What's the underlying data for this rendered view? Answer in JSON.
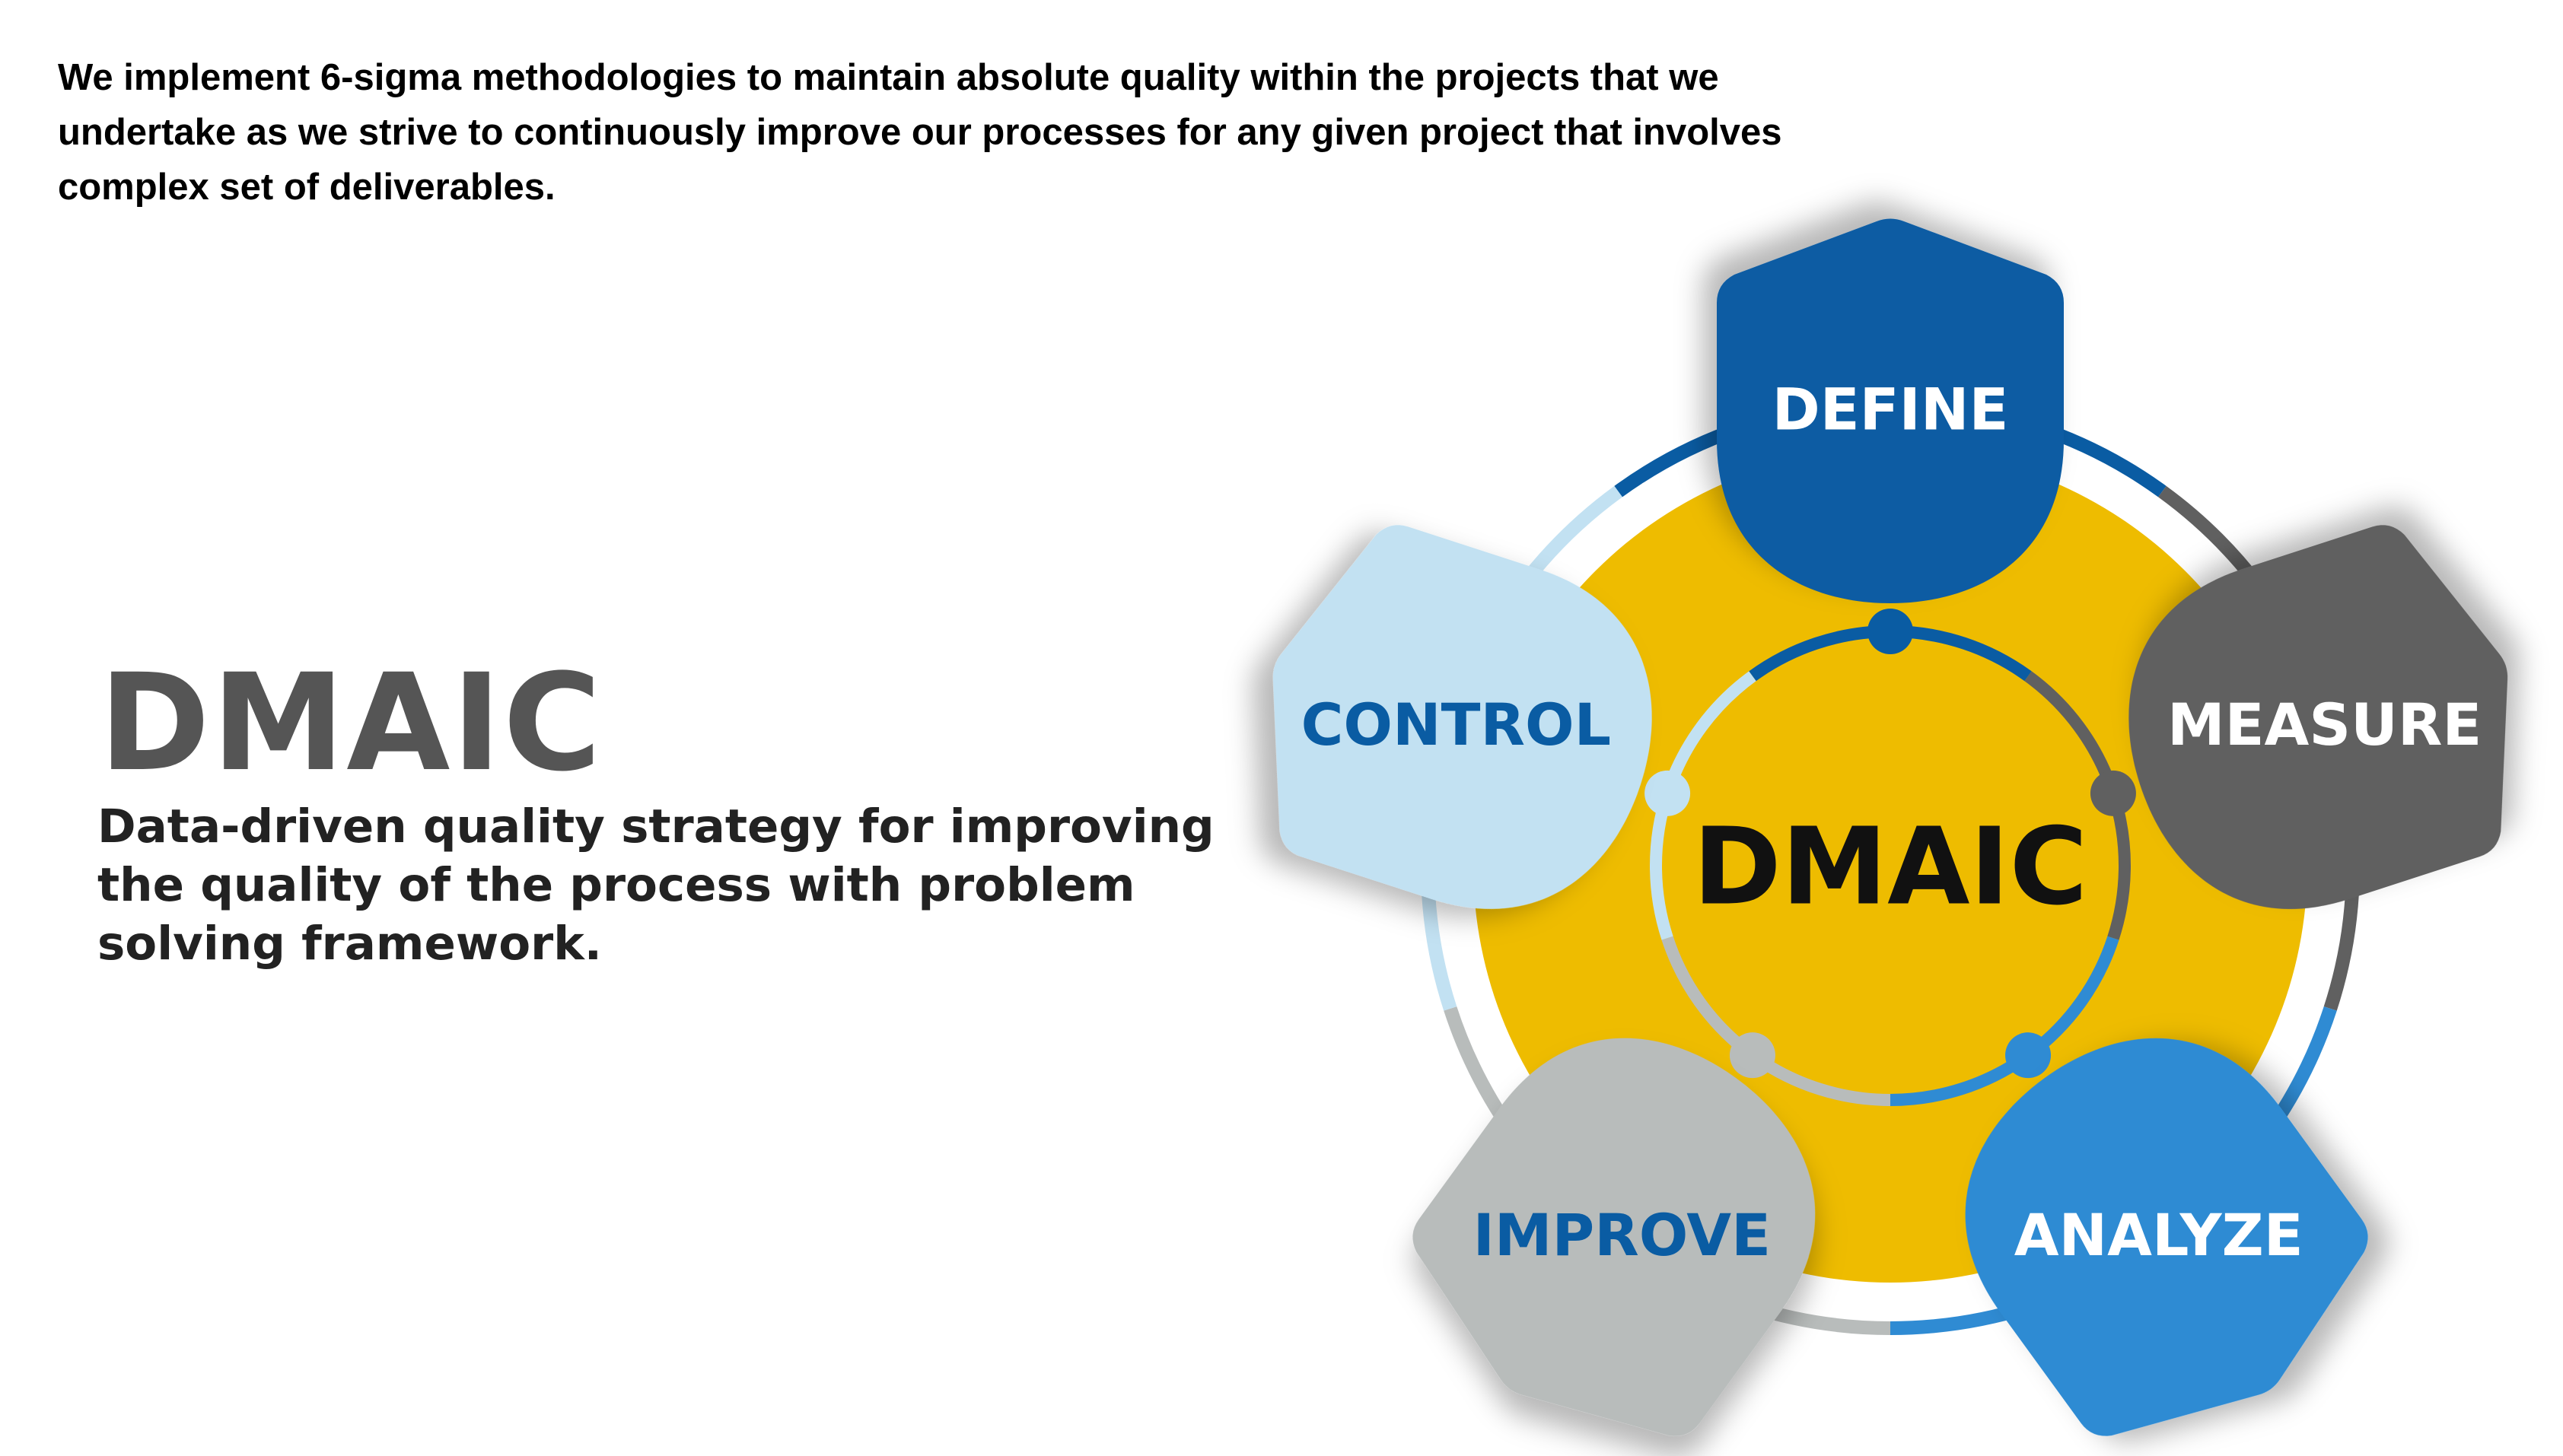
{
  "intro_text": "We implement 6-sigma methodologies to maintain absolute quality within the projects that we undertake as we strive to continuously improve our processes for any given project that involves complex set of deliverables.",
  "side": {
    "title": "DMAIC",
    "subtitle": "Data-driven quality strategy for improving the quality of the process with problem solving framework."
  },
  "diagram": {
    "center_label": "DMAIC",
    "center_color": "#eebc00",
    "phases": [
      {
        "label": "DEFINE",
        "color": "#0a5ca3",
        "text_color": "#ffffff"
      },
      {
        "label": "MEASURE",
        "color": "#606060",
        "text_color": "#ffffff"
      },
      {
        "label": "ANALYZE",
        "color": "#2f8bd3",
        "text_color": "#ffffff"
      },
      {
        "label": "IMPROVE",
        "color": "#b8bcbb",
        "text_color": "#0a5ca3"
      },
      {
        "label": "CONTROL",
        "color": "#c2e1f2",
        "text_color": "#0a5ca3"
      }
    ]
  }
}
